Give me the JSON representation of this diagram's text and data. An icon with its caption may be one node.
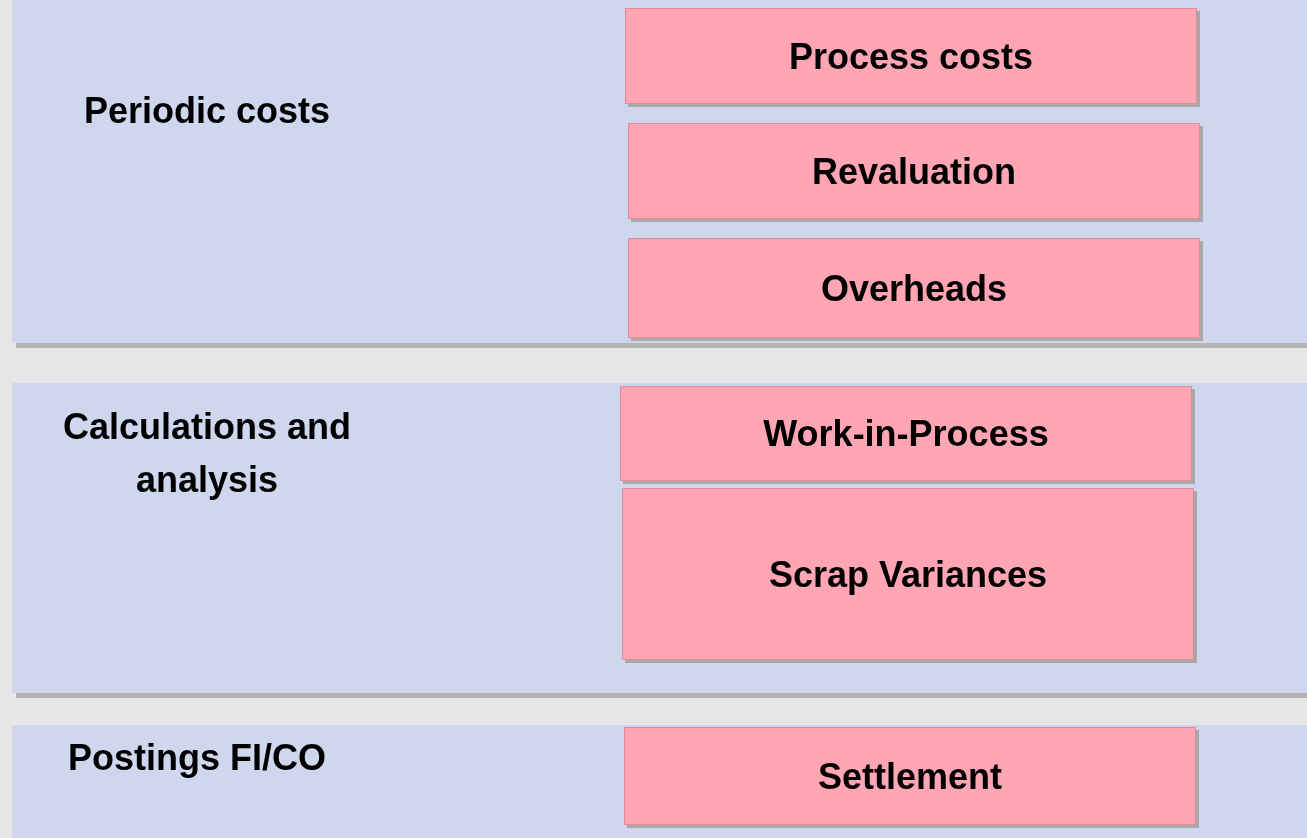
{
  "diagram": {
    "nodes": [
      {
        "text": [
          "Periodic costs"
        ]
      },
      {
        "text": [
          "Process costs"
        ],
        "in": 0
      },
      {
        "text": [
          "Revaluation"
        ],
        "in": 0
      },
      {
        "text": [
          "Overheads"
        ],
        "in": 0
      },
      {
        "text": [
          "Calculations and analysis"
        ]
      },
      {
        "text": [
          "Work-in-Process"
        ],
        "in": 4
      },
      {
        "text": [
          "Scrap Variances"
        ],
        "in": 4
      },
      {
        "text": [
          "Postings FI/CO"
        ]
      },
      {
        "text": [
          "Settlement"
        ],
        "in": 7
      }
    ]
  }
}
